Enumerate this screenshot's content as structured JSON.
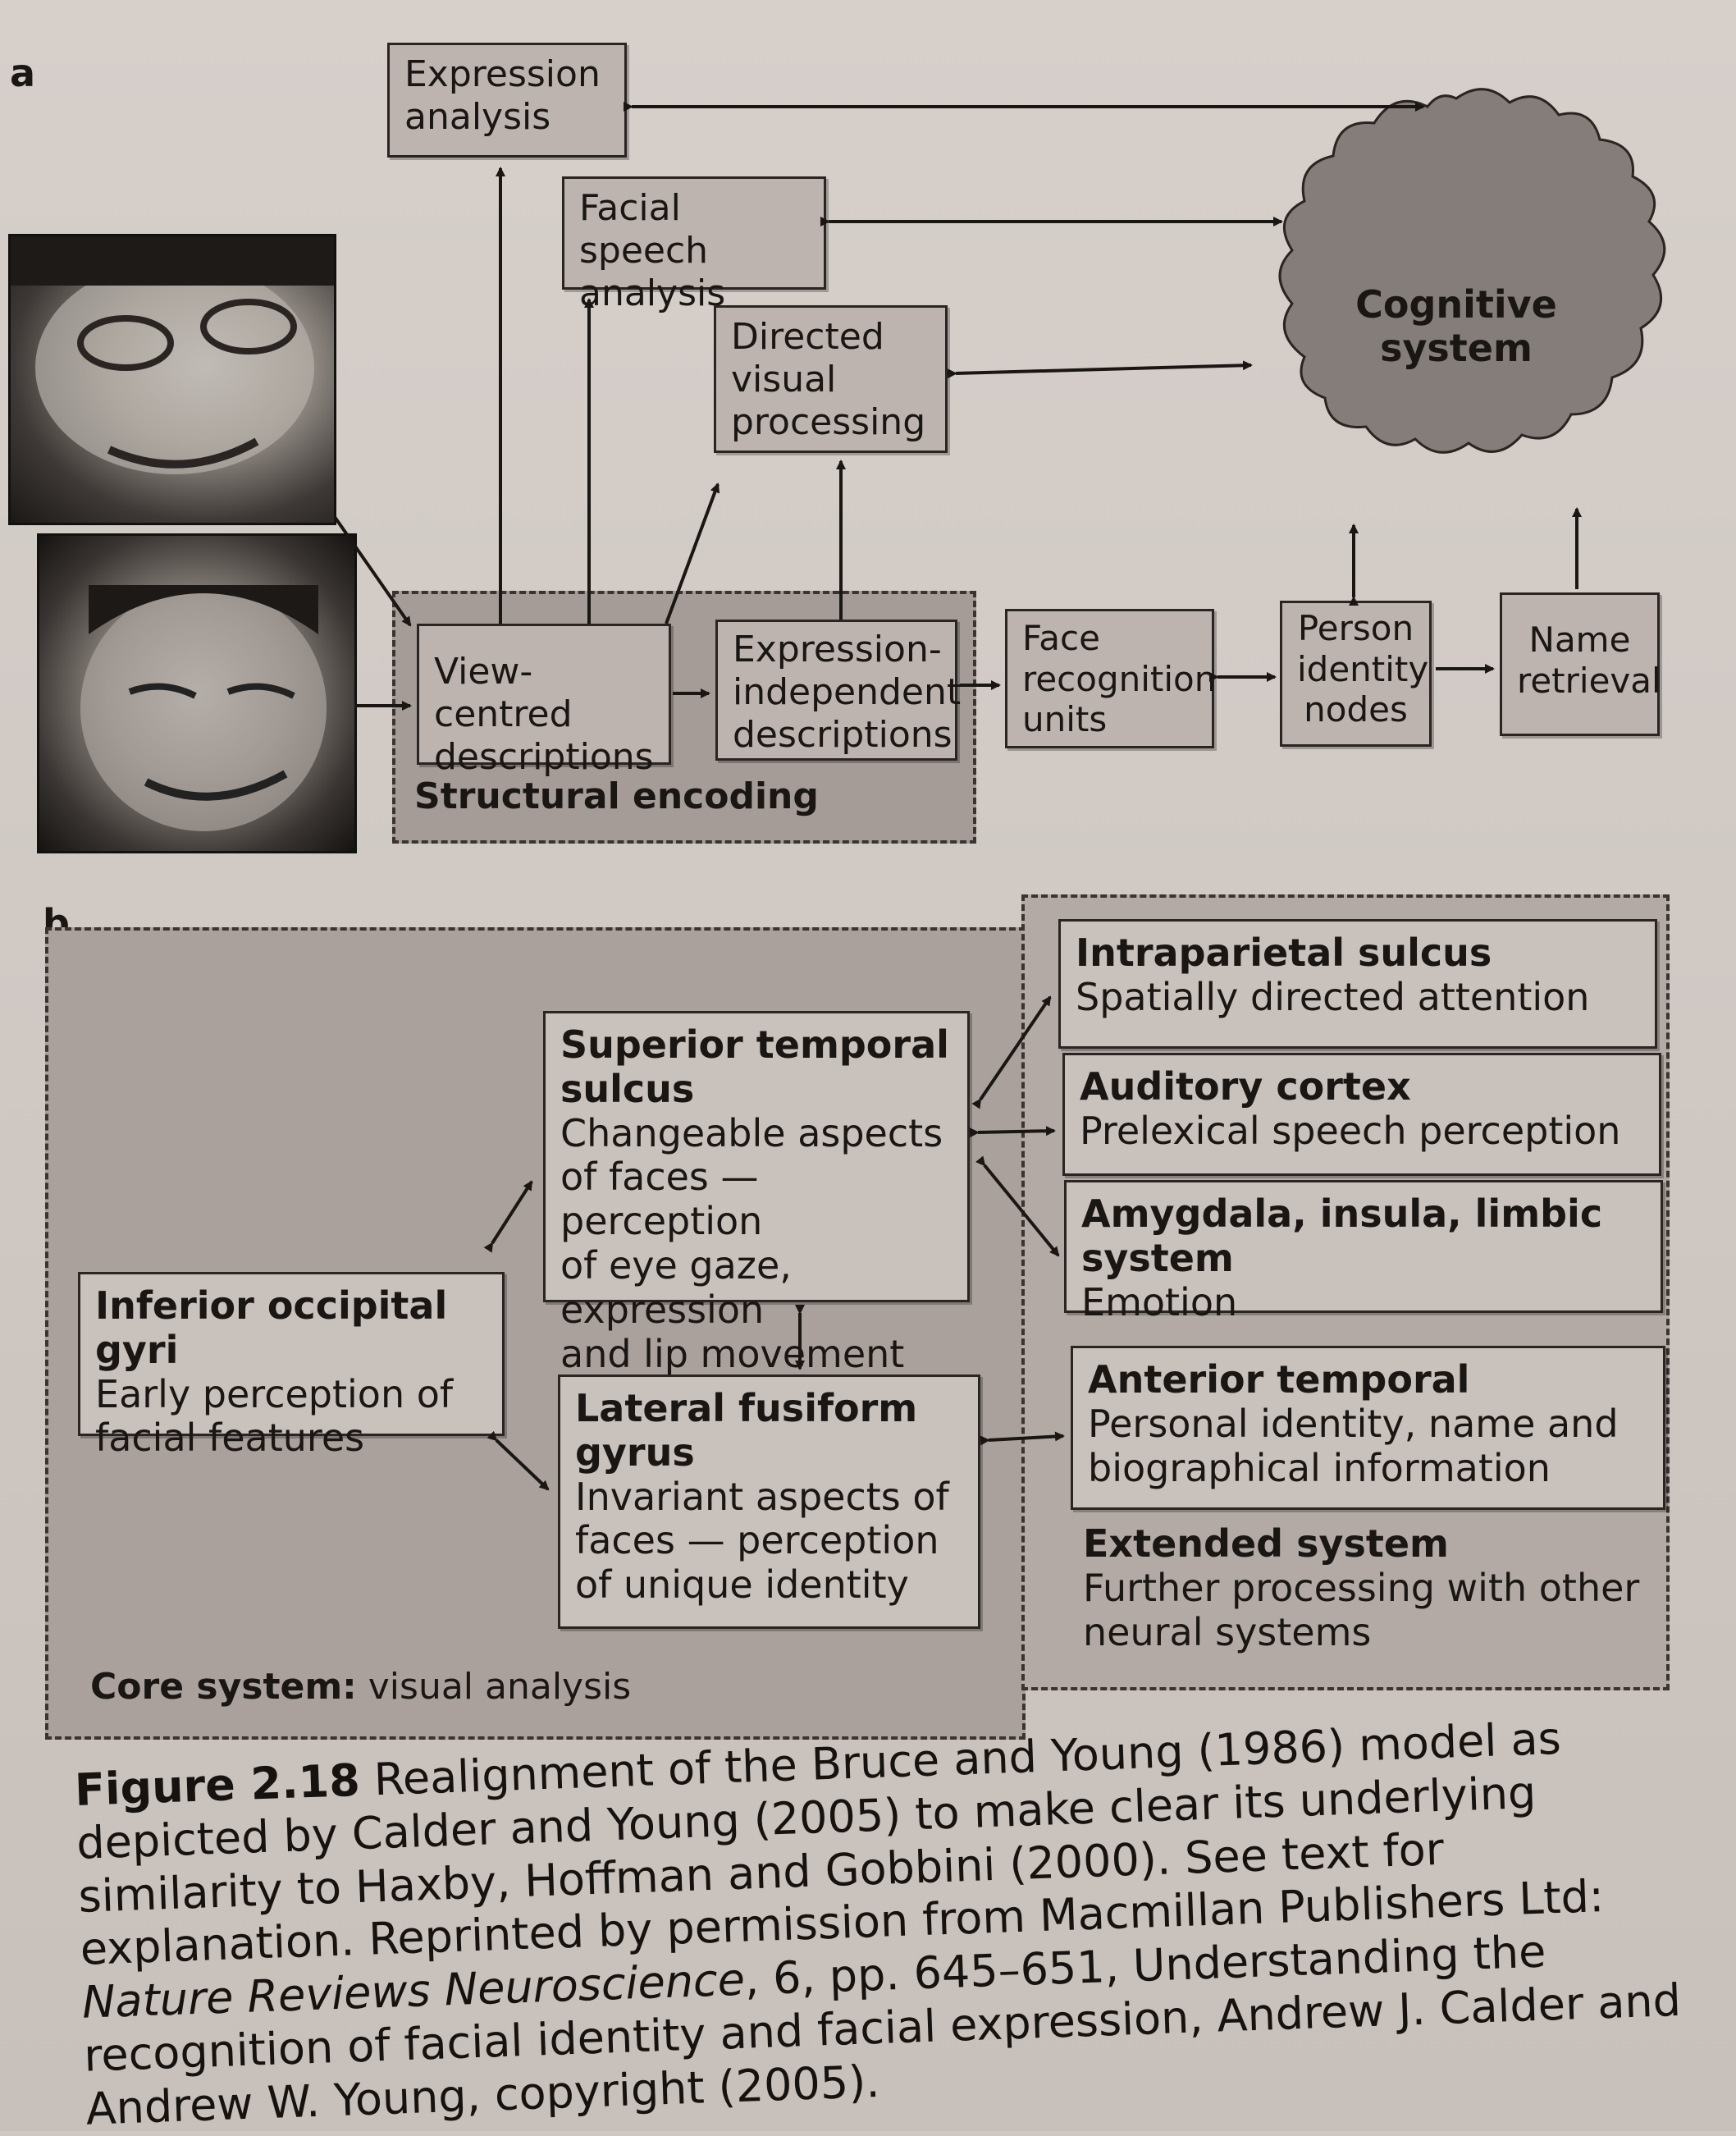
{
  "panel_a": {
    "label": "a",
    "expression_analysis": [
      "Expression",
      "analysis"
    ],
    "facial_speech_analysis": [
      "Facial speech",
      "analysis"
    ],
    "directed_visual_processing": [
      "Directed",
      "visual",
      "processing"
    ],
    "cognitive_system": [
      "Cognitive",
      "system"
    ],
    "view_centred_descriptions": [
      "View-centred",
      "descriptions"
    ],
    "expression_independent_descriptions": [
      "Expression-",
      "independent",
      "descriptions"
    ],
    "structural_encoding": "Structural encoding",
    "face_recognition_units": [
      "Face",
      "recognition",
      "units"
    ],
    "person_identity_nodes": [
      "Person",
      "identity",
      "nodes"
    ],
    "name_retrieval": [
      "Name",
      "retrieval"
    ]
  },
  "panel_b": {
    "label": "b",
    "superior_temporal_sulcus": {
      "title": [
        "Superior temporal",
        "sulcus"
      ],
      "desc": [
        "Changeable aspects",
        "of faces — perception",
        "of eye gaze, expression",
        "and lip movement"
      ]
    },
    "inferior_occipital_gyri": {
      "title": "Inferior occipital gyri",
      "desc": [
        "Early perception of",
        "facial features"
      ]
    },
    "lateral_fusiform_gyrus": {
      "title": [
        "Lateral fusiform",
        "gyrus"
      ],
      "desc": [
        "Invariant aspects of",
        "faces — perception",
        "of unique identity"
      ]
    },
    "intraparietal_sulcus": {
      "title": "Intraparietal sulcus",
      "desc": "Spatially directed attention"
    },
    "auditory_cortex": {
      "title": "Auditory cortex",
      "desc": "Prelexical speech perception"
    },
    "amygdala": {
      "title": "Amygdala, insula, limbic system",
      "desc": "Emotion"
    },
    "anterior_temporal": {
      "title": "Anterior temporal",
      "desc": [
        "Personal identity, name and",
        "biographical information"
      ]
    },
    "extended_system": {
      "title": "Extended system",
      "desc": [
        "Further processing with other",
        "neural systems"
      ]
    },
    "core_system": {
      "title": "Core system:",
      "desc": " visual analysis"
    }
  },
  "caption": {
    "figure_label": "Figure 2.18",
    "text_1": " Realignment of the Bruce and Young (1986) model as depicted by Calder and Young (2005) to make clear its underlying similarity to Haxby, Hoffman and Gobbini (2000). See text for explanation. Reprinted by permission from Macmillan Publishers Ltd: ",
    "journal": "Nature Reviews Neuroscience",
    "text_2": ", 6, pp. 645–651, Understanding the recognition of facial identity and facial expression, Andrew J. Calder and Andrew W. Young, copyright (2005)."
  }
}
